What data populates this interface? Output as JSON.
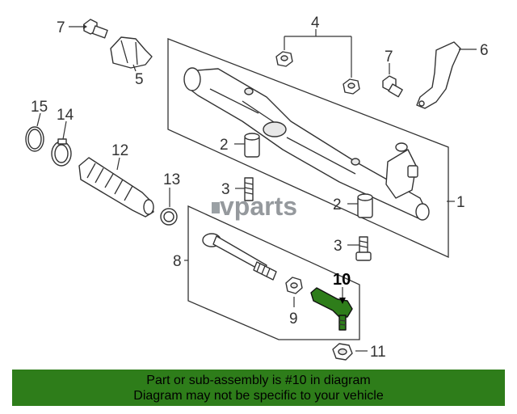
{
  "callouts": {
    "c1": "1",
    "c2a": "2",
    "c2b": "2",
    "c3a": "3",
    "c3b": "3",
    "c4": "4",
    "c5": "5",
    "c6": "6",
    "c7a": "7",
    "c7b": "7",
    "c8": "8",
    "c9": "9",
    "c10": "10",
    "c11": "11",
    "c12": "12",
    "c13": "13",
    "c14": "14",
    "c15": "15"
  },
  "watermark": {
    "text": "vparts"
  },
  "banner": {
    "line1": "Part or sub-assembly is #10 in diagram",
    "line2": "Diagram may not be specific to your vehicle"
  },
  "colors": {
    "highlight": "#2e7d1a",
    "banner": "#2e7d1a"
  }
}
